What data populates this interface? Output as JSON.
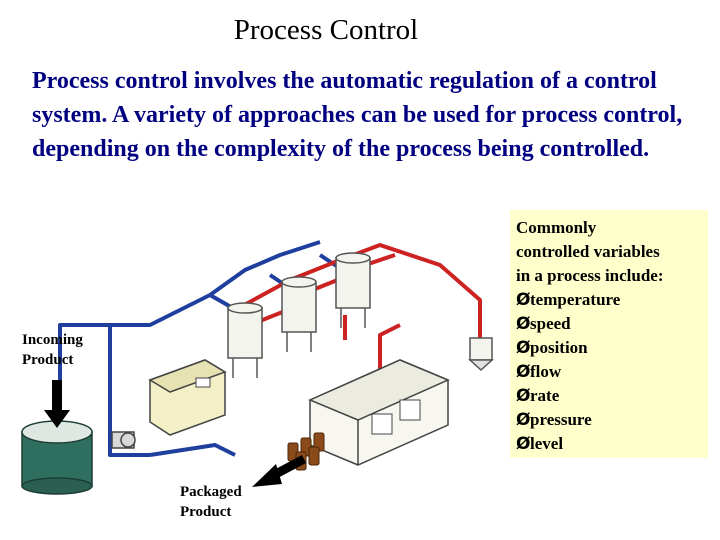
{
  "title": "Process Control",
  "intro": "Process control involves the automatic regulation of a control system. A variety of approaches can be used for process control, depending on the complexity of the process being controlled.",
  "variables_box": {
    "intro_line_1": "Commonly",
    "intro_line_2": "controlled variables",
    "intro_line_3": "in a process include:",
    "bullet_symbol": "Ø",
    "items": [
      "temperature",
      "speed",
      "position",
      "flow",
      "rate",
      "pressure",
      "level"
    ],
    "background": "#ffffcc"
  },
  "labels": {
    "incoming_1": "Incoming",
    "incoming_2": "Product",
    "packaged_1": "Packaged",
    "packaged_2": "Product"
  },
  "colors": {
    "pipe_hot": "#cc2222",
    "pipe_cold": "#1f3f9f",
    "tank": "#2f6f5f",
    "intro_text": "#000080"
  }
}
